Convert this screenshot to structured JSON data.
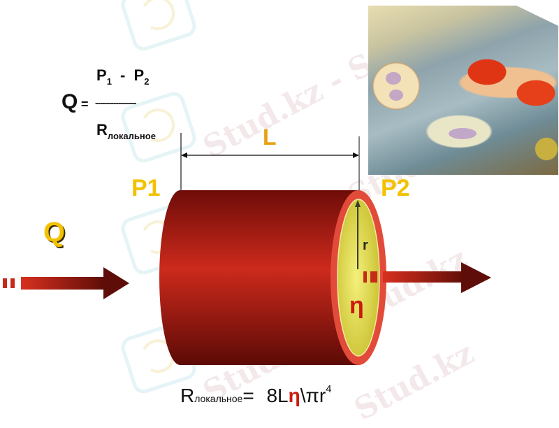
{
  "watermark": {
    "text_1": "Stud.kz - Stud.kz",
    "text_2": "Stud.kz - Stud.kz",
    "text_3": "Stud.kz - Stud.kz",
    "text_4": "Stud.kz"
  },
  "formula_top": {
    "lhs": "Q",
    "equals": "=",
    "numerator_p1": "P",
    "numerator_p1_sub": "1",
    "numerator_minus": "-",
    "numerator_p2": "P",
    "numerator_p2_sub": "2",
    "fraction_line": "----------------",
    "denominator_r": "R",
    "denominator_sub": "локальное"
  },
  "labels": {
    "length": "L",
    "pressure_in": "P1",
    "pressure_out": "P2",
    "flow": "Q",
    "radius": "r",
    "viscosity": "η"
  },
  "formula_bottom": {
    "r": "R",
    "r_sub": "локальное",
    "equals": "=",
    "expr_prefix": "8L",
    "eta": "η",
    "expr_suffix": "\\πr",
    "exponent": "4"
  },
  "colors": {
    "tube_dark": "#7a0f0a",
    "tube_mid": "#c8261a",
    "tube_rim": "#e24a3a",
    "lumen": "#e8ea60",
    "label_yellow": "#f2c200",
    "arrow_red": "#b01e14",
    "eta_red": "#cc1a10"
  },
  "image": {
    "description": "capillary-tissue-illustration"
  }
}
